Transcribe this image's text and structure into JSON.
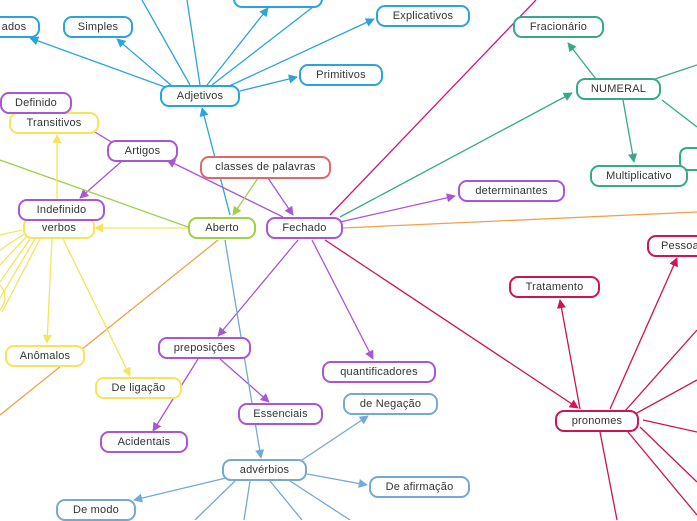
{
  "colors": {
    "adjetivos": "#2aa4db",
    "fechado": "#a855d8",
    "root": "#e0676a",
    "aberto": "#9fd04a",
    "numeral": "#35a98a",
    "pronomes": "#cc1456",
    "adverbios": "#74a9d2",
    "verbos": "#f6e45a",
    "orange": "#f0a24a",
    "magenta": "#d1127f"
  },
  "nodes": {
    "root": "classes de palavras",
    "aberto": "Aberto",
    "fechado": "Fechado",
    "adjetivos": "Adjetivos",
    "simples": "Simples",
    "ados": "ados",
    "explicativos": "Explicativos",
    "primitivos": "Primitivos",
    "artigos": "Artigos",
    "definido": "Definido",
    "indefinido": "Indefinido",
    "transitivos": "Transitivos",
    "verbos": "verbos",
    "anomalos": "Anômalos",
    "de_ligacao": "De ligação",
    "preposicoes": "preposições",
    "essenciais": "Essenciais",
    "acidentais": "Acidentais",
    "quantificadores": "quantificadores",
    "determinantes": "determinantes",
    "fracionario": "Fracionário",
    "numeral": "NUMERAL",
    "multiplicativo": "Multiplicativo",
    "tratamento": "Tratamento",
    "pessoa": "Pessoa",
    "pronomes": "pronomes",
    "de_negacao": "de Negação",
    "adverbios": "advérbios",
    "de_afirmacao": "De afirmação",
    "de_modo": "De modo"
  }
}
